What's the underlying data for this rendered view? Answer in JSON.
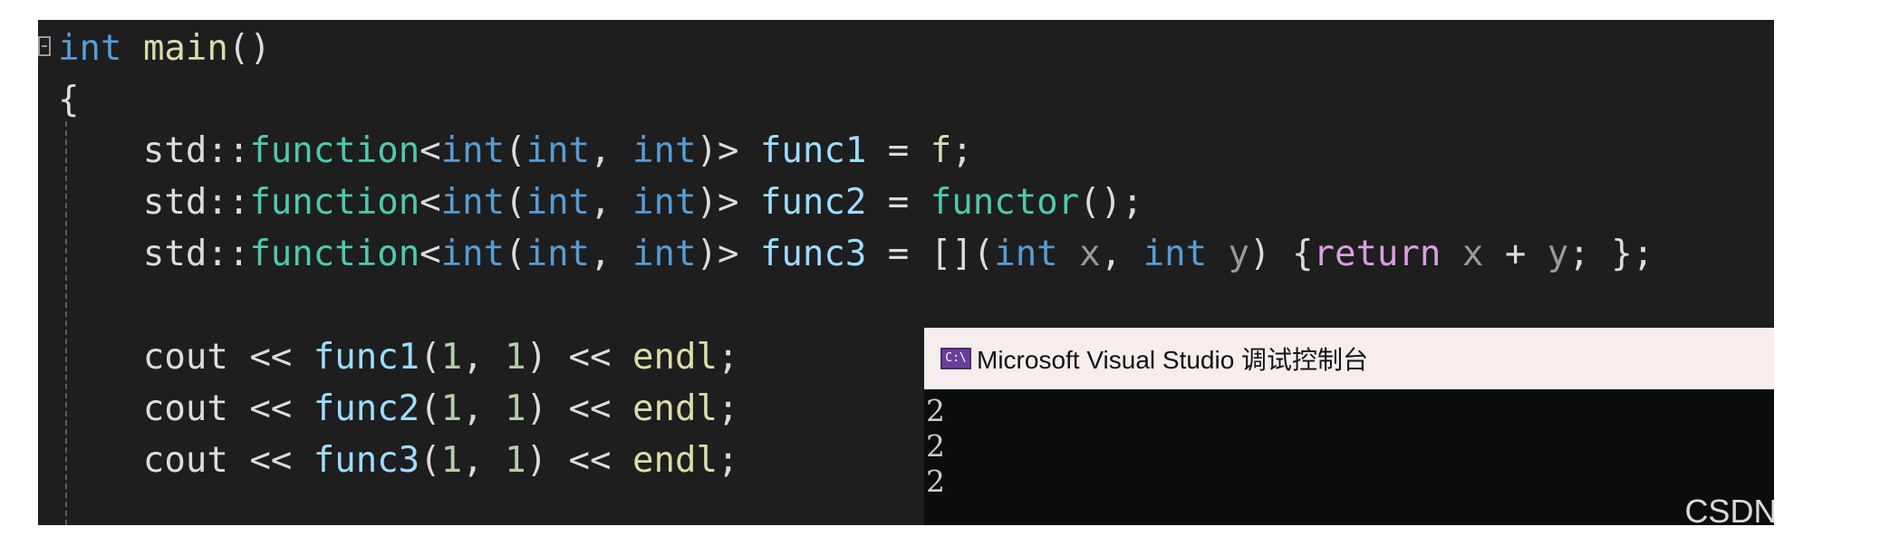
{
  "colors": {
    "editor_bg": "#1e1e1e",
    "keyword_blue": "#569cd6",
    "type_teal": "#4ec9b0",
    "function_yellow": "#dcdcaa",
    "variable_light_blue": "#9cdcfe",
    "control_purple": "#d8a0df",
    "number_green": "#b5cea8",
    "punctuation": "#dcdcdc",
    "param_gray": "#9a9a9a",
    "console_bg": "#0c0c0c",
    "console_titlebar_bg": "#f5eeed"
  },
  "code_lines": [
    [
      {
        "t": "int",
        "c": "keyword_blue"
      },
      {
        "t": " ",
        "c": "punctuation"
      },
      {
        "t": "main",
        "c": "function_yellow"
      },
      {
        "t": "()",
        "c": "punctuation"
      }
    ],
    [
      {
        "t": "{",
        "c": "punctuation"
      }
    ],
    [
      {
        "t": "    std::",
        "c": "punctuation"
      },
      {
        "t": "function",
        "c": "type_teal"
      },
      {
        "t": "<",
        "c": "punctuation"
      },
      {
        "t": "int",
        "c": "keyword_blue"
      },
      {
        "t": "(",
        "c": "punctuation"
      },
      {
        "t": "int",
        "c": "keyword_blue"
      },
      {
        "t": ", ",
        "c": "punctuation"
      },
      {
        "t": "int",
        "c": "keyword_blue"
      },
      {
        "t": ")> ",
        "c": "punctuation"
      },
      {
        "t": "func1",
        "c": "variable_light_blue"
      },
      {
        "t": " = ",
        "c": "punctuation"
      },
      {
        "t": "f",
        "c": "function_yellow"
      },
      {
        "t": ";",
        "c": "punctuation"
      }
    ],
    [
      {
        "t": "    std::",
        "c": "punctuation"
      },
      {
        "t": "function",
        "c": "type_teal"
      },
      {
        "t": "<",
        "c": "punctuation"
      },
      {
        "t": "int",
        "c": "keyword_blue"
      },
      {
        "t": "(",
        "c": "punctuation"
      },
      {
        "t": "int",
        "c": "keyword_blue"
      },
      {
        "t": ", ",
        "c": "punctuation"
      },
      {
        "t": "int",
        "c": "keyword_blue"
      },
      {
        "t": ")> ",
        "c": "punctuation"
      },
      {
        "t": "func2",
        "c": "variable_light_blue"
      },
      {
        "t": " = ",
        "c": "punctuation"
      },
      {
        "t": "functor",
        "c": "type_teal"
      },
      {
        "t": "();",
        "c": "punctuation"
      }
    ],
    [
      {
        "t": "    std::",
        "c": "punctuation"
      },
      {
        "t": "function",
        "c": "type_teal"
      },
      {
        "t": "<",
        "c": "punctuation"
      },
      {
        "t": "int",
        "c": "keyword_blue"
      },
      {
        "t": "(",
        "c": "punctuation"
      },
      {
        "t": "int",
        "c": "keyword_blue"
      },
      {
        "t": ", ",
        "c": "punctuation"
      },
      {
        "t": "int",
        "c": "keyword_blue"
      },
      {
        "t": ")> ",
        "c": "punctuation"
      },
      {
        "t": "func3",
        "c": "variable_light_blue"
      },
      {
        "t": " = [](",
        "c": "punctuation"
      },
      {
        "t": "int",
        "c": "keyword_blue"
      },
      {
        "t": " x",
        "c": "param_gray"
      },
      {
        "t": ", ",
        "c": "punctuation"
      },
      {
        "t": "int",
        "c": "keyword_blue"
      },
      {
        "t": " y",
        "c": "param_gray"
      },
      {
        "t": ") {",
        "c": "punctuation"
      },
      {
        "t": "return",
        "c": "control_purple"
      },
      {
        "t": " x ",
        "c": "param_gray"
      },
      {
        "t": "+",
        "c": "punctuation"
      },
      {
        "t": " y",
        "c": "param_gray"
      },
      {
        "t": "; };",
        "c": "punctuation"
      }
    ],
    [],
    [
      {
        "t": "    cout << ",
        "c": "punctuation"
      },
      {
        "t": "func1",
        "c": "variable_light_blue"
      },
      {
        "t": "(",
        "c": "punctuation"
      },
      {
        "t": "1",
        "c": "number_green"
      },
      {
        "t": ", ",
        "c": "punctuation"
      },
      {
        "t": "1",
        "c": "number_green"
      },
      {
        "t": ") << ",
        "c": "punctuation"
      },
      {
        "t": "endl",
        "c": "function_yellow"
      },
      {
        "t": ";",
        "c": "punctuation"
      }
    ],
    [
      {
        "t": "    cout << ",
        "c": "punctuation"
      },
      {
        "t": "func2",
        "c": "variable_light_blue"
      },
      {
        "t": "(",
        "c": "punctuation"
      },
      {
        "t": "1",
        "c": "number_green"
      },
      {
        "t": ", ",
        "c": "punctuation"
      },
      {
        "t": "1",
        "c": "number_green"
      },
      {
        "t": ") << ",
        "c": "punctuation"
      },
      {
        "t": "endl",
        "c": "function_yellow"
      },
      {
        "t": ";",
        "c": "punctuation"
      }
    ],
    [
      {
        "t": "    cout << ",
        "c": "punctuation"
      },
      {
        "t": "func3",
        "c": "variable_light_blue"
      },
      {
        "t": "(",
        "c": "punctuation"
      },
      {
        "t": "1",
        "c": "number_green"
      },
      {
        "t": ", ",
        "c": "punctuation"
      },
      {
        "t": "1",
        "c": "number_green"
      },
      {
        "t": ") << ",
        "c": "punctuation"
      },
      {
        "t": "endl",
        "c": "function_yellow"
      },
      {
        "t": ";",
        "c": "punctuation"
      }
    ]
  ],
  "console": {
    "icon_text": "C:\\",
    "title": "Microsoft Visual Studio 调试控制台",
    "output_lines": [
      "2",
      "2",
      "2"
    ]
  },
  "watermark": "CSDN @余羡"
}
